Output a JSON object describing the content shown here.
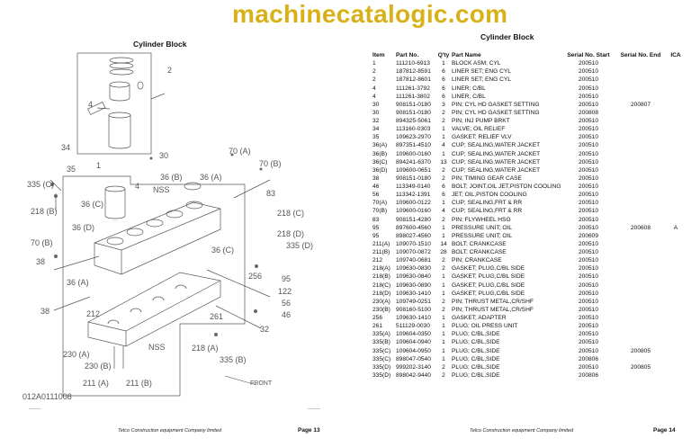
{
  "left_page": {
    "title": "Cylinder Block",
    "diagram": {
      "labels": [
        "2",
        "4",
        "34",
        "35",
        "335 (C)",
        "30",
        "70 (A)",
        "70 (B)",
        "36 (B)",
        "36 (A)",
        "NSS",
        "1",
        "4",
        "83",
        "218 (B)",
        "36 (C)",
        "218 (C)",
        "36 (D)",
        "218 (D)",
        "335 (D)",
        "70 (B)",
        "36 (C)",
        "38",
        "256",
        "95",
        "36 (A)",
        "122",
        "56",
        "46",
        "38",
        "212",
        "261",
        "32",
        "NSS",
        "218 (A)",
        "335 (B)",
        "230 (A)",
        "230 (B)",
        "211 (A)",
        "211 (B)",
        "FRONT"
      ],
      "drawing_id": "012A0111008"
    },
    "footer": "Telco Construction equipment Company limited",
    "page": "Page 13"
  },
  "watermark": "machinecatalogic.com",
  "right_page": {
    "title": "Cylinder Block",
    "columns": [
      "Item",
      "Part No.",
      "Q'ty",
      "Part Name",
      "Serial No. Start",
      "Serial No. End",
      "ICA"
    ],
    "rows": [
      [
        "1",
        "111210-6913",
        "1",
        "BLOCK ASM; CYL",
        "200510",
        "",
        ""
      ],
      [
        "2",
        "187812-8591",
        "6",
        "LINER SET; ENG CYL",
        "200510",
        "",
        ""
      ],
      [
        "2",
        "187812-8601",
        "6",
        "LINER SET; ENG CYL",
        "200510",
        "",
        ""
      ],
      [
        "4",
        "111261-3792",
        "6",
        "LINER; C/BL",
        "200510",
        "",
        ""
      ],
      [
        "4",
        "111261-3802",
        "6",
        "LINER; C/BL",
        "200510",
        "",
        ""
      ],
      [
        "30",
        "908151-0180",
        "3",
        "PIN; CYL HD GASKET SETTING",
        "200510",
        "200807",
        ""
      ],
      [
        "30",
        "908151-0180",
        "2",
        "PIN; CYL HD GASKET SETTING",
        "200808",
        "",
        ""
      ],
      [
        "32",
        "894325-5061",
        "2",
        "PIN; INJ PUMP BRKT",
        "200510",
        "",
        ""
      ],
      [
        "34",
        "113160-0303",
        "1",
        "VALVE; OIL RELIEF",
        "200510",
        "",
        ""
      ],
      [
        "35",
        "109623-2970",
        "1",
        "GASKET; RELIEF VLV",
        "200510",
        "",
        ""
      ],
      [
        "36(A)",
        "897351-4510",
        "4",
        "CUP; SEALING,WATER JACKET",
        "200510",
        "",
        ""
      ],
      [
        "36(B)",
        "109600-0160",
        "1",
        "CUP; SEALING,WATER JACKET",
        "200510",
        "",
        ""
      ],
      [
        "36(C)",
        "894241-6370",
        "13",
        "CUP; SEALING,WATER JACKET",
        "200510",
        "",
        ""
      ],
      [
        "36(D)",
        "109600-0651",
        "2",
        "CUP; SEALING,WATER JACKET",
        "200510",
        "",
        ""
      ],
      [
        "38",
        "908151-0180",
        "2",
        "PIN; TIMING GEAR CASE",
        "200510",
        "",
        ""
      ],
      [
        "46",
        "113349-0140",
        "6",
        "BOLT; JOINT,OIL JET,PISTON COOLING",
        "200510",
        "",
        ""
      ],
      [
        "56",
        "113342-1391",
        "6",
        "JET; OIL,PISTON COOLING",
        "200510",
        "",
        ""
      ],
      [
        "70(A)",
        "109600-0122",
        "1",
        "CUP; SEALING,FRT & RR",
        "200510",
        "",
        ""
      ],
      [
        "70(B)",
        "109600-0160",
        "4",
        "CUP; SEALING,FRT & RR",
        "200510",
        "",
        ""
      ],
      [
        "83",
        "908151-4280",
        "2",
        "PIN; FLYWHEEL HSG",
        "200510",
        "",
        ""
      ],
      [
        "95",
        "897600-4560",
        "1",
        "PRESSURE UNIT; OIL",
        "200510",
        "200608",
        "A"
      ],
      [
        "95",
        "898027-4560",
        "1",
        "PRESSURE UNIT; OIL",
        "200609",
        "",
        ""
      ],
      [
        "211(A)",
        "109070-1510",
        "14",
        "BOLT; CRANKCASE",
        "200510",
        "",
        ""
      ],
      [
        "211(B)",
        "109070-0872",
        "28",
        "BOLT; CRANKCASE",
        "200510",
        "",
        ""
      ],
      [
        "212",
        "109740-0681",
        "2",
        "PIN; CRANKCASE",
        "200510",
        "",
        ""
      ],
      [
        "218(A)",
        "109630-0830",
        "2",
        "GASKET; PLUG,C/BL SIDE",
        "200510",
        "",
        ""
      ],
      [
        "218(B)",
        "109630-0840",
        "1",
        "GASKET; PLUG,C/BL SIDE",
        "200510",
        "",
        ""
      ],
      [
        "218(C)",
        "109630-0890",
        "1",
        "GASKET; PLUG,C/BL SIDE",
        "200510",
        "",
        ""
      ],
      [
        "218(D)",
        "109630-1410",
        "1",
        "GASKET; PLUG,C/BL SIDE",
        "200510",
        "",
        ""
      ],
      [
        "230(A)",
        "109749-0251",
        "2",
        "PIN; THRUST METAL,CR/SHF",
        "200510",
        "",
        ""
      ],
      [
        "230(B)",
        "908160-5100",
        "2",
        "PIN; THRUST METAL,CR/SHF",
        "200510",
        "",
        ""
      ],
      [
        "256",
        "109630-1410",
        "1",
        "GASKET; ADAPTER",
        "200510",
        "",
        ""
      ],
      [
        "261",
        "511129-0030",
        "1",
        "PLUG; OIL PRESS UNIT",
        "200510",
        "",
        ""
      ],
      [
        "335(A)",
        "109604-0350",
        "1",
        "PLUG; C/BL,SIDE",
        "200510",
        "",
        ""
      ],
      [
        "335(B)",
        "109604-0940",
        "1",
        "PLUG; C/BL,SIDE",
        "200510",
        "",
        ""
      ],
      [
        "335(C)",
        "109604-0950",
        "1",
        "PLUG; C/BL,SIDE",
        "200510",
        "200805",
        ""
      ],
      [
        "335(C)",
        "898047-0540",
        "1",
        "PLUG; C/BL,SIDE",
        "200806",
        "",
        ""
      ],
      [
        "335(D)",
        "999202-3140",
        "2",
        "PLUG; C/BL,SIDE",
        "200510",
        "200805",
        ""
      ],
      [
        "335(D)",
        "898042-9440",
        "2",
        "PLUG; C/BL,SIDE",
        "200806",
        "",
        ""
      ]
    ],
    "footer": "Telco Construction equipment Company limited",
    "page": "Page 14"
  }
}
